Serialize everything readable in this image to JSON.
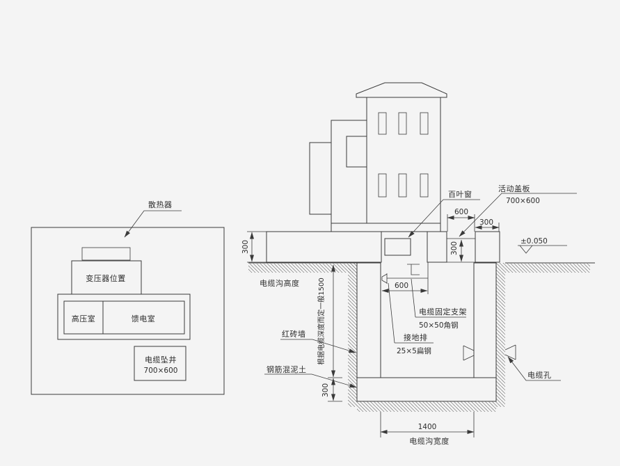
{
  "colors": {
    "background": "#f4f4f4",
    "line": "#3a3a3a",
    "hatch": "#5f5f5f"
  },
  "plan": {
    "radiator_label": "散热器",
    "transformer_label": "变压器位置",
    "hv_room_label": "高压室",
    "feeder_room_label": "馈电室",
    "shaft_label": "电缆坠井",
    "shaft_size": "700×600"
  },
  "section": {
    "louver_label": "百叶窗",
    "cover_label": "活动盖板",
    "cover_size": "700×600",
    "level_mark": "±0.050",
    "trench_height_label": "电缆沟高度",
    "depth_note": "根据电缆深度而定一般1500",
    "brick_wall_label": "红砖墙",
    "concrete_label": "钢筋混泥土",
    "bracket_label": "电缆固定支架",
    "bracket_spec": "50×50角钢",
    "ground_bar_label": "接地排",
    "ground_bar_spec": "25×5扁钢",
    "cable_hole_label": "电缆孔",
    "trench_width_label": "电缆沟宽度",
    "dim_slab_thickness_left": "300",
    "dim_cover_opening": "600",
    "dim_right_block": "300",
    "dim_opening_depth": "300",
    "dim_bracket_offset": "600",
    "dim_floor_thickness": "300",
    "dim_trench_width": "1400"
  }
}
